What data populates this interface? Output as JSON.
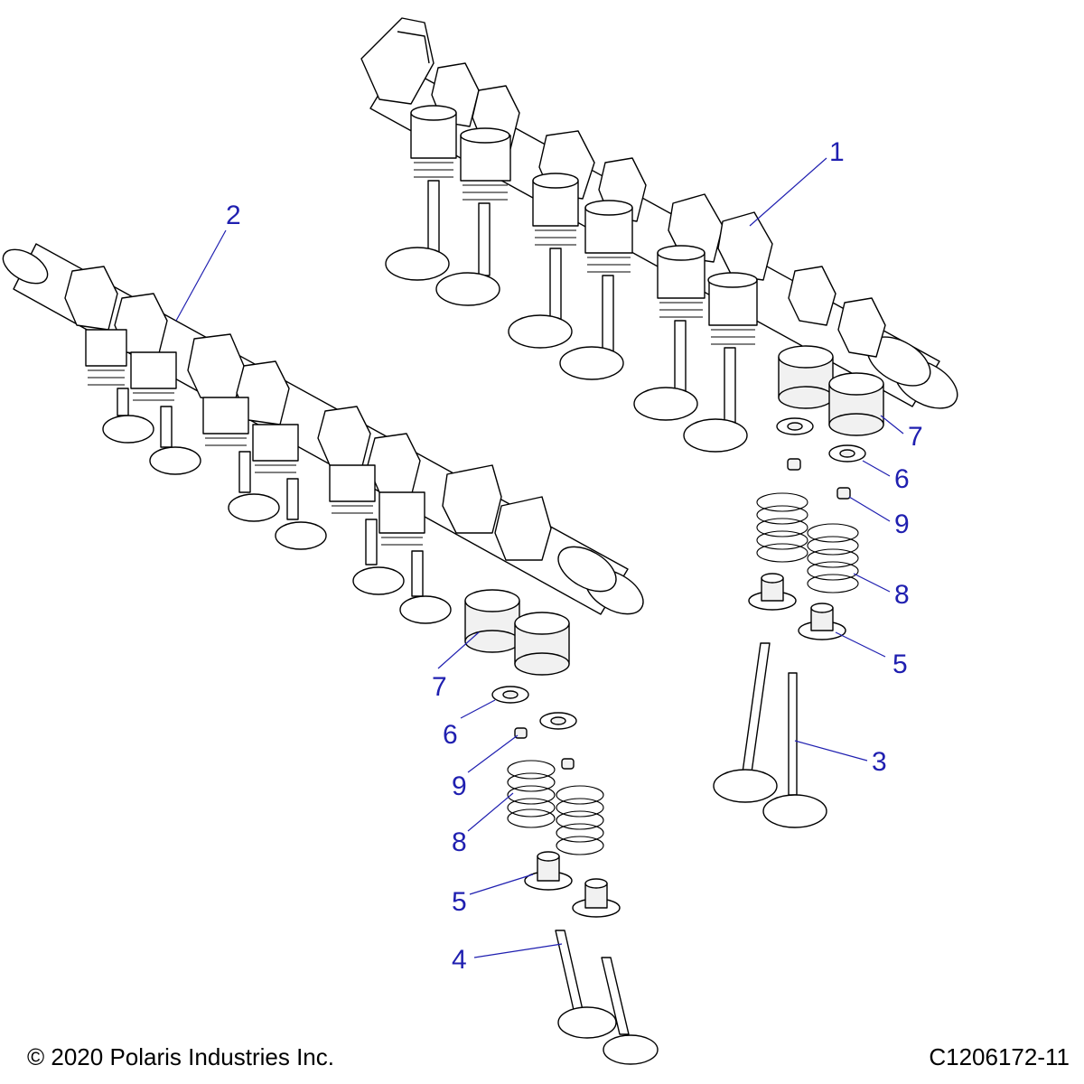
{
  "footer": {
    "copyright": "© 2020 Polaris Industries Inc.",
    "drawing_number": "C1206172-11"
  },
  "callouts": {
    "c1": "1",
    "c2": "2",
    "c3": "3",
    "c4": "4",
    "c5a": "5",
    "c5b": "5",
    "c6a": "6",
    "c6b": "6",
    "c7a": "7",
    "c7b": "7",
    "c8a": "8",
    "c8b": "8",
    "c9a": "9",
    "c9b": "9"
  },
  "colors": {
    "callout": "#1f1fb0",
    "lines": "#000000",
    "background": "#ffffff"
  }
}
